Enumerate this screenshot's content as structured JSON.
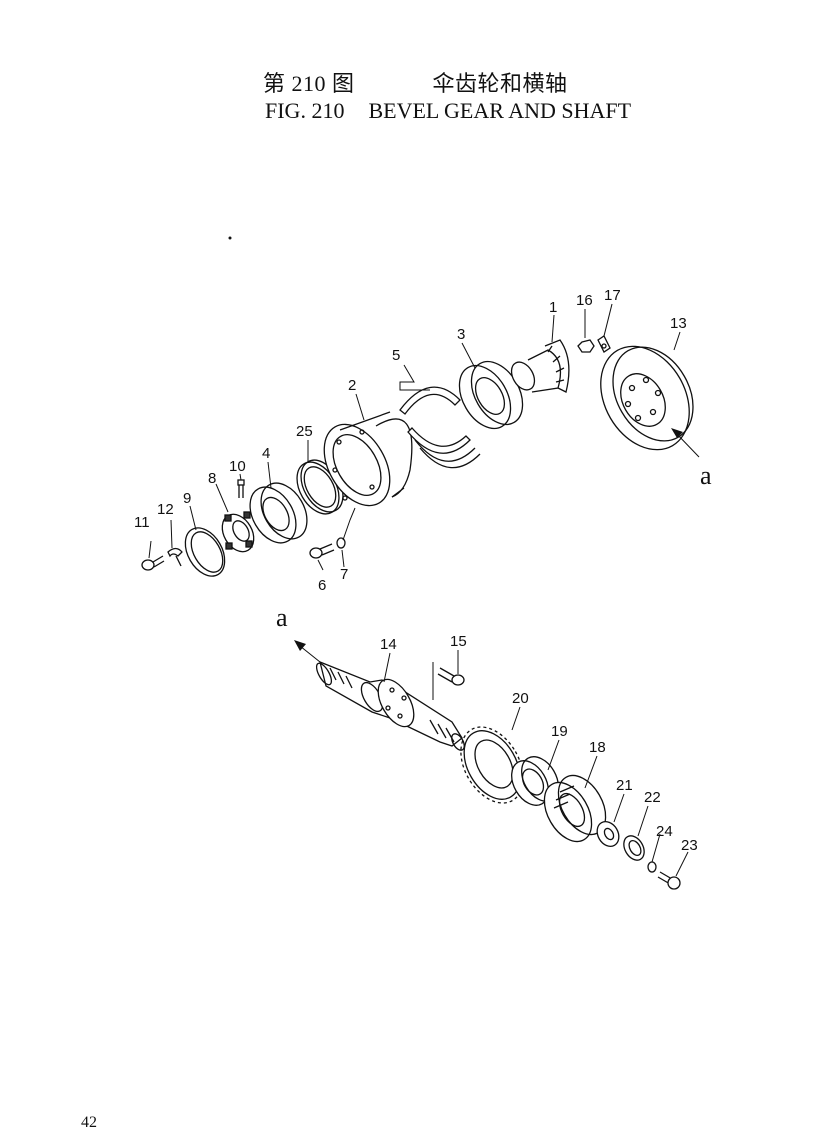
{
  "header": {
    "fig_cn": "第 210 图",
    "title_cn": "伞齿轮和横轴",
    "fig_en": "FIG. 210",
    "title_en": "BEVEL GEAR AND SHAFT"
  },
  "callouts": {
    "p1": "1",
    "p2": "2",
    "p3": "3",
    "p4": "4",
    "p5": "5",
    "p6": "6",
    "p7": "7",
    "p8": "8",
    "p9": "9",
    "p10": "10",
    "p11": "11",
    "p12": "12",
    "p13": "13",
    "p14": "14",
    "p15": "15",
    "p16": "16",
    "p17": "17",
    "p18": "18",
    "p19": "19",
    "p20": "20",
    "p21": "21",
    "p22": "22",
    "p23": "23",
    "p24": "24",
    "p25": "25"
  },
  "view_marks": {
    "upper": "a",
    "lower": "a"
  },
  "page_number": "42"
}
